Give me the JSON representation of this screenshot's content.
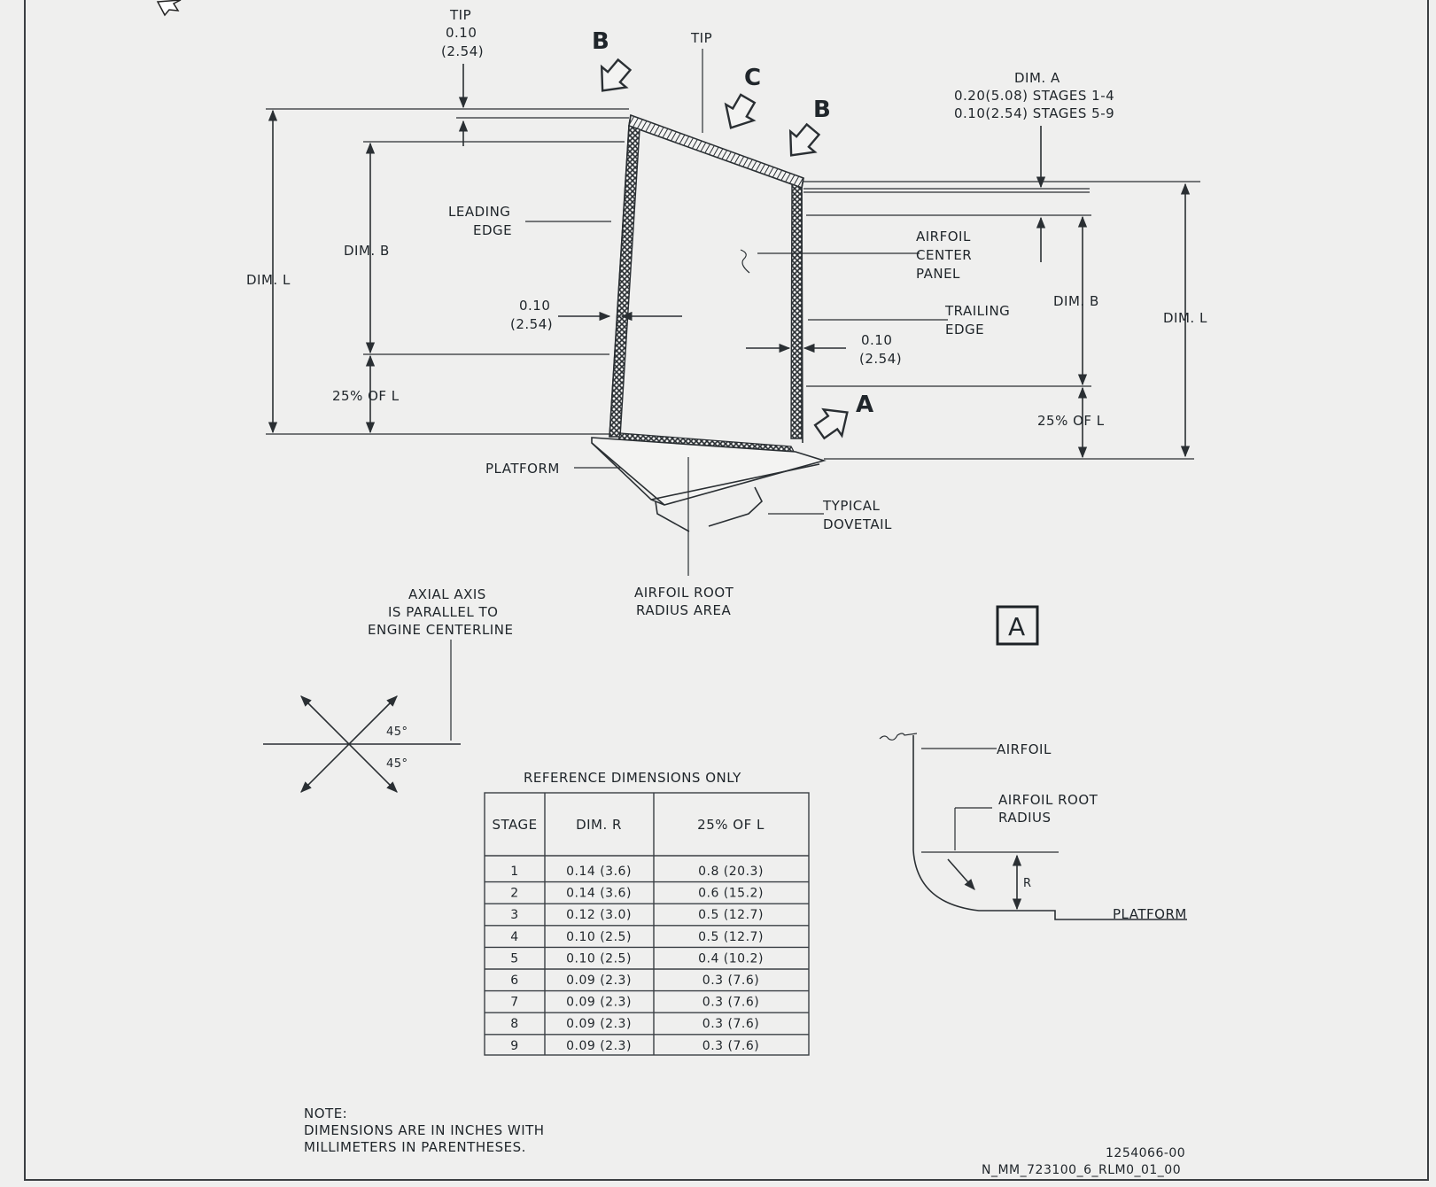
{
  "labels": {
    "tip_left_title": "TIP",
    "tip_left_in": "0.10",
    "tip_left_mm": "(2.54)",
    "tip_top": "TIP",
    "arrow_b1": "B",
    "arrow_b2": "B",
    "arrow_c": "C",
    "arrow_a": "A",
    "dim_a_title": "DIM. A",
    "dim_a_line1": "0.20(5.08) STAGES 1-4",
    "dim_a_line2": "0.10(2.54) STAGES 5-9",
    "leading_edge_1": "LEADING",
    "leading_edge_2": "EDGE",
    "dim_b_left": "DIM. B",
    "dim_l_left": "DIM. L",
    "le_thick_in": "0.10",
    "le_thick_mm": "(2.54)",
    "pct25_left": "25% OF L",
    "center_panel_1": "AIRFOIL",
    "center_panel_2": "CENTER",
    "center_panel_3": "PANEL",
    "trailing_edge_1": "TRAILING",
    "trailing_edge_2": "EDGE",
    "te_thick_in": "0.10",
    "te_thick_mm": "(2.54)",
    "dim_b_right": "DIM. B",
    "dim_l_right": "DIM. L",
    "pct25_right": "25% OF L",
    "platform": "PLATFORM",
    "dovetail_1": "TYPICAL",
    "dovetail_2": "DOVETAIL",
    "root_radius_1": "AIRFOIL ROOT",
    "root_radius_2": "RADIUS AREA",
    "axial_1": "AXIAL AXIS",
    "axial_2": "IS PARALLEL TO",
    "axial_3": "ENGINE CENTERLINE",
    "angle_1": "45°",
    "angle_2": "45°",
    "view_box": "A",
    "detail_airfoil": "AIRFOIL",
    "detail_radius_1": "AIRFOIL ROOT",
    "detail_radius_2": "RADIUS",
    "detail_r": "R",
    "detail_platform": "PLATFORM",
    "note_title": "NOTE:",
    "note_line1": "DIMENSIONS ARE IN INCHES WITH",
    "note_line2": "MILLIMETERS IN PARENTHESES.",
    "ref_no_1": "1254066-00",
    "ref_no_2": "N_MM_723100_6_RLM0_01_00"
  },
  "table": {
    "title": "REFERENCE DIMENSIONS ONLY",
    "headers": [
      "STAGE",
      "DIM. R",
      "25% OF L"
    ],
    "rows": [
      [
        "1",
        "0.14 (3.6)",
        "0.8 (20.3)"
      ],
      [
        "2",
        "0.14 (3.6)",
        "0.6 (15.2)"
      ],
      [
        "3",
        "0.12 (3.0)",
        "0.5 (12.7)"
      ],
      [
        "4",
        "0.10 (2.5)",
        "0.5 (12.7)"
      ],
      [
        "5",
        "0.10 (2.5)",
        "0.4 (10.2)"
      ],
      [
        "6",
        "0.09 (2.3)",
        "0.3 (7.6)"
      ],
      [
        "7",
        "0.09 (2.3)",
        "0.3 (7.6)"
      ],
      [
        "8",
        "0.09 (2.3)",
        "0.3 (7.6)"
      ],
      [
        "9",
        "0.09 (2.3)",
        "0.3 (7.6)"
      ]
    ]
  }
}
